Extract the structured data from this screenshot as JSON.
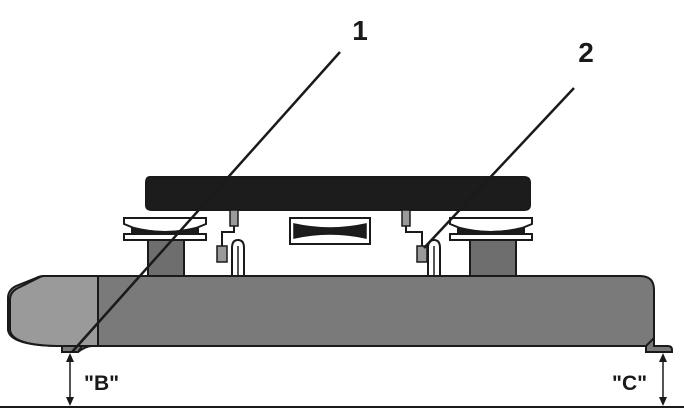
{
  "callouts": [
    {
      "id": "1",
      "label": "1"
    },
    {
      "id": "2",
      "label": "2"
    }
  ],
  "dimensions": [
    {
      "id": "B",
      "label": "\"B\""
    },
    {
      "id": "C",
      "label": "\"C\""
    }
  ],
  "colors": {
    "outline": "#1a1a1a",
    "body_fill": "#7a7a7a",
    "cap_fill": "#9a9a9a",
    "top_plate": "#1c1c1c",
    "pedestal": "#6e6e6e",
    "background": "#ffffff"
  }
}
